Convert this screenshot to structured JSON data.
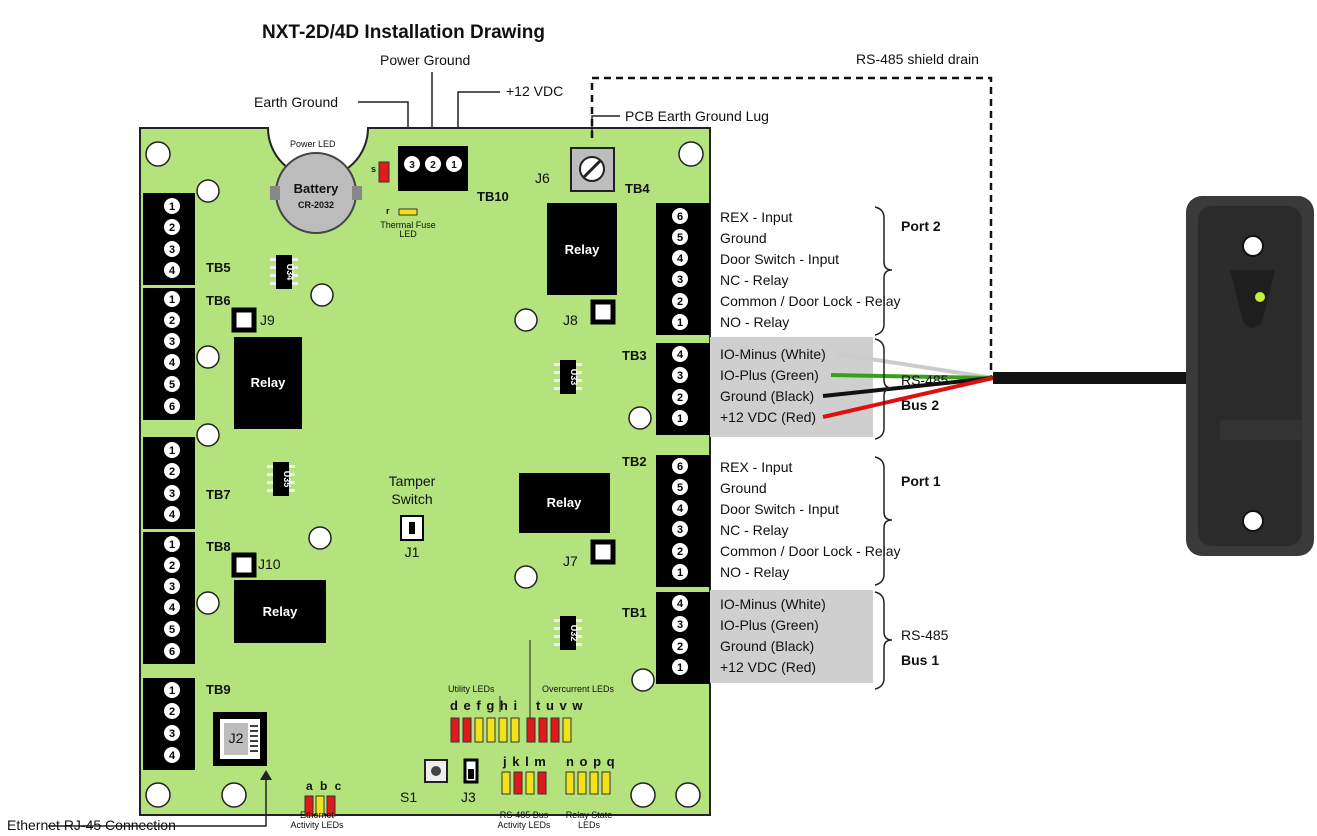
{
  "title": "NXT-2D/4D Installation Drawing",
  "top_labels": {
    "power_ground": "Power Ground",
    "earth_ground": "Earth Ground",
    "plus12": "+12 VDC",
    "rs485_shield": "RS-485 shield drain",
    "pcb_lug": "PCB Earth Ground Lug"
  },
  "board": {
    "power_led": "Power LED",
    "battery_line1": "Battery",
    "battery_line2": "CR-2032",
    "thermal_fuse_line1": "Thermal Fuse",
    "thermal_fuse_line2": "LED",
    "led_s": "s",
    "led_r": "r",
    "relay": "Relay",
    "tamper_line1": "Tamper",
    "tamper_line2": "Switch",
    "j1": "J1",
    "j2": "J2",
    "j3": "J3",
    "j6": "J6",
    "j7": "J7",
    "j8": "J8",
    "j9": "J9",
    "j10": "J10",
    "s1": "S1",
    "u34": "U34",
    "u35": "U35",
    "u33": "U33",
    "u32": "U32",
    "tb1": "TB1",
    "tb2": "TB2",
    "tb3": "TB3",
    "tb4": "TB4",
    "tb5": "TB5",
    "tb6": "TB6",
    "tb7": "TB7",
    "tb8": "TB8",
    "tb9": "TB9",
    "tb10": "TB10",
    "utility_leds": "Utility LEDs",
    "overcurrent_leds": "Overcurrent LEDs",
    "utility_letters": "d e f g h i",
    "overcurrent_letters": "t u v w",
    "ethernet_letters": "a b c",
    "rs485_letters": "j k l m",
    "relay_letters": "n o p q",
    "ethernet_leds_line1": "Ethernet",
    "ethernet_leds_line2": "Activity LEDs",
    "rs485_leds_line1": "RS-485 Bus",
    "rs485_leds_line2": "Activity LEDs",
    "relay_leds_line1": "Relay State",
    "relay_leds_line2": "LEDs",
    "ethernet_connection": "Ethernet RJ-45 Connection"
  },
  "port2": {
    "title": "Port 2",
    "lines": [
      "REX - Input",
      "Ground",
      "Door Switch - Input",
      "NC - Relay",
      "Common / Door Lock - Relay",
      "NO - Relay"
    ]
  },
  "bus2": {
    "rs485": "RS-485",
    "title": "Bus 2",
    "lines": [
      "IO-Minus (White)",
      "IO-Plus (Green)",
      "Ground (Black)",
      "+12 VDC (Red)"
    ]
  },
  "port1": {
    "title": "Port 1",
    "lines": [
      "REX - Input",
      "Ground",
      "Door Switch - Input",
      "NC - Relay",
      "Common / Door Lock - Relay",
      "NO - Relay"
    ]
  },
  "bus1": {
    "rs485": "RS-485",
    "title": "Bus 1",
    "lines": [
      "IO-Minus (White)",
      "IO-Plus (Green)",
      "Ground (Black)",
      "+12 VDC (Red)"
    ]
  },
  "colors": {
    "board": "#b4e27c",
    "wire_white": "#cccccc",
    "wire_green": "#3aa01a",
    "wire_black": "#111111",
    "wire_red": "#e01010",
    "led_red": "#e01a1a",
    "led_yellow": "#f2e21a",
    "bus_box": "#cfcfcf"
  }
}
